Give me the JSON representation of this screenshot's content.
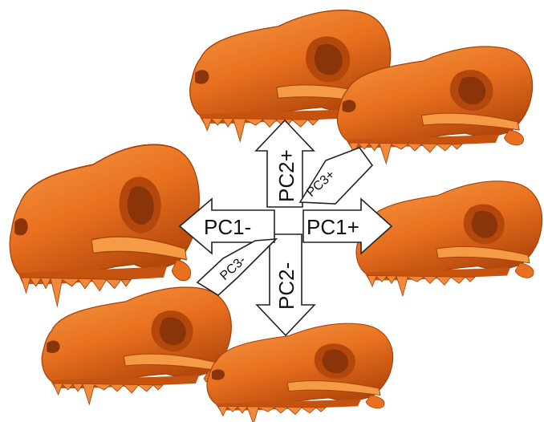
{
  "colors": {
    "skull_fill": "#e8701f",
    "skull_dark": "#b4480c",
    "skull_light": "#f59a45",
    "arrow_fill": "#ffffff",
    "arrow_stroke": "#222222"
  },
  "labels": {
    "pc1_pos": "PC1+",
    "pc1_neg": "PC1-",
    "pc2_pos": "PC2+",
    "pc2_neg": "PC2-",
    "pc3_pos": "PC3+",
    "pc3_neg": "PC3-"
  },
  "skulls": [
    {
      "name": "skull-pc2-positive"
    },
    {
      "name": "skull-pc3-positive"
    },
    {
      "name": "skull-pc1-negative"
    },
    {
      "name": "skull-pc1-positive"
    },
    {
      "name": "skull-pc3-negative"
    },
    {
      "name": "skull-pc2-negative"
    }
  ]
}
